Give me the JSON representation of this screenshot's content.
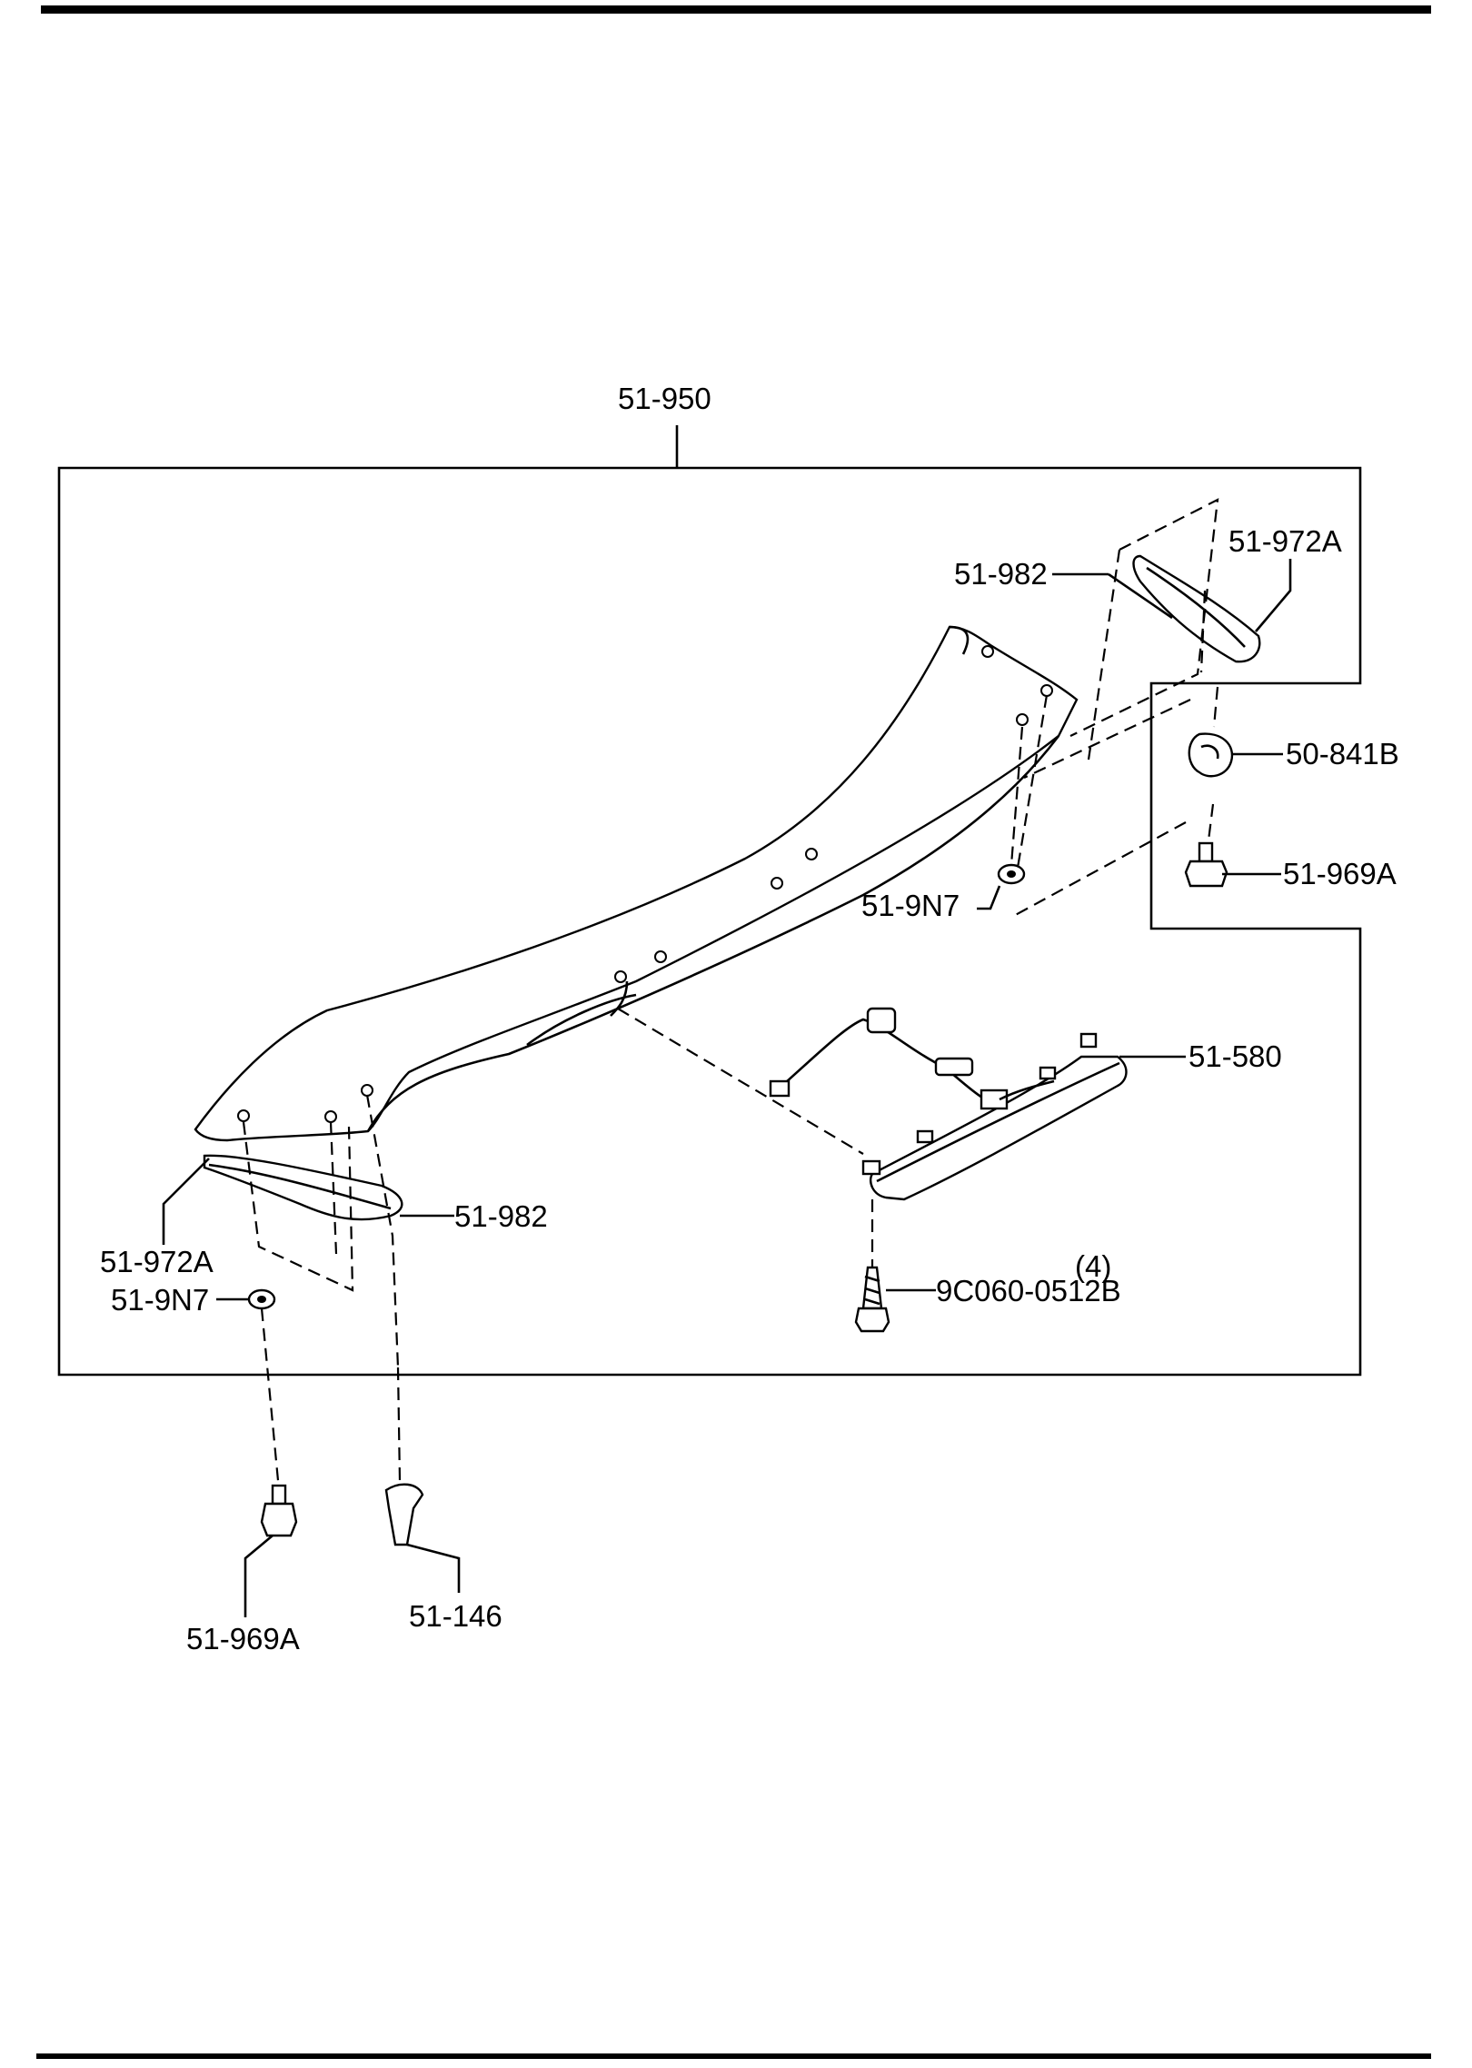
{
  "diagram": {
    "labels": {
      "spoiler_assembly": "51-950",
      "end_cap_right": "51-972A",
      "seal_right": "51-982",
      "clip": "50-841B",
      "bolt_right": "51-969A",
      "grommet_right": "51-9N7",
      "brake_light": "51-580",
      "seal_left": "51-982",
      "end_cap_left": "51-972A",
      "grommet_left": "51-9N7",
      "screw": "9C060-0512B",
      "screw_qty": "(4)",
      "bolt_bottom": "51-969A",
      "clip_bottom": "51-146"
    }
  }
}
